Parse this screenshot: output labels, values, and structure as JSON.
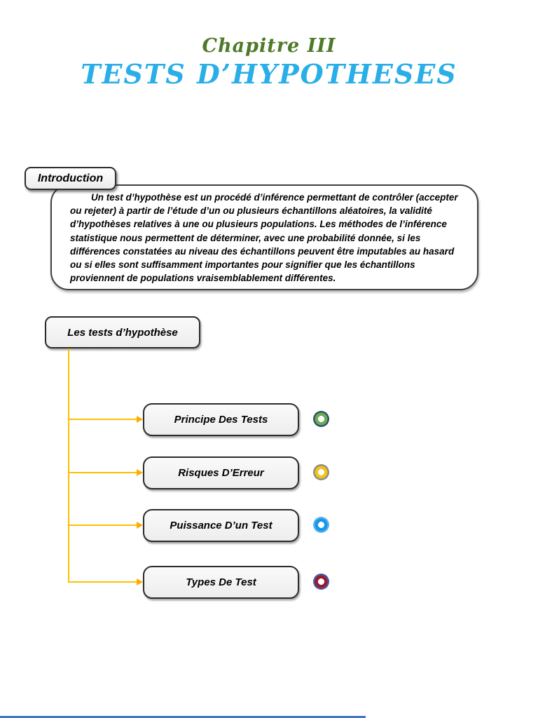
{
  "header": {
    "chapter": "Chapitre III",
    "title": "TESTS D’HYPOTHESES"
  },
  "introduction": {
    "label": "Introduction",
    "body": "Un test d’hypothèse est un procédé d’inférence permettant de contrôler (accepter ou rejeter) à partir de l’étude d’un ou plusieurs échantillons aléatoires, la validité d’hypothèses relatives à une ou plusieurs populations. Les méthodes de l’inférence statistique nous permettent de déterminer, avec une probabilité donnée, si les différences constatées au niveau des échantillons peuvent être imputables au hasard ou si elles sont suffisamment importantes pour signifier que les échantillons proviennent de populations vraisemblablement différentes."
  },
  "diagram": {
    "root_label": "Les tests d’hypothèse",
    "connector_color": "#FFC000",
    "items": [
      {
        "label": "Principe Des Tests",
        "icon": "donut-icon-green",
        "fill": "#6BAC51",
        "edge": "#2F4E6E"
      },
      {
        "label": "Risques D’Erreur",
        "icon": "donut-icon-yellow",
        "fill": "#F3C21B",
        "edge": "#8C8C84"
      },
      {
        "label": "Puissance D’un Test",
        "icon": "donut-icon-blue",
        "fill": "#1697EA",
        "edge": "#57B2EE"
      },
      {
        "label": "Types De Test",
        "icon": "donut-icon-red",
        "fill": "#9A1B2F",
        "edge": "#4E55A2"
      }
    ]
  },
  "footer": {
    "divider_color": "#4472C4"
  },
  "colors": {
    "chapter_text": "#4E7A28",
    "title_text": "#29AEE8",
    "box_fill": "#F2F2F2",
    "box_border": "#2B2B2B"
  }
}
